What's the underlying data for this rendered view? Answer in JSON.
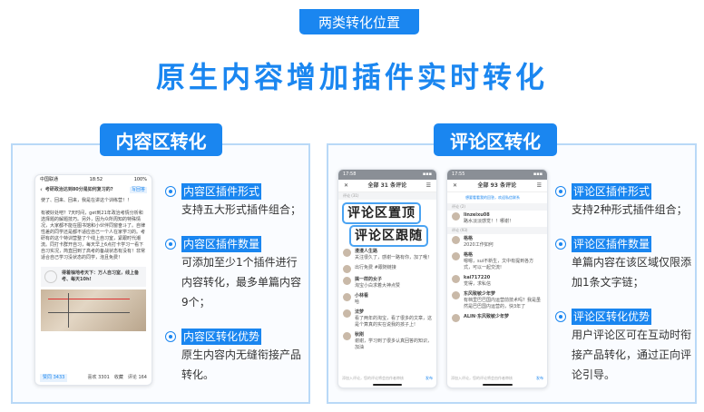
{
  "tag": "两类转化位置",
  "title": "原生内容增加插件实时转化",
  "accent": "#1a86f0",
  "left": {
    "badge": "内容区转化",
    "phone": {
      "status_carrier": "中国联通",
      "status_time": "18:52",
      "status_battery": "100%",
      "question": "考研政治达到80分是如何复习的?",
      "follow": "写回答",
      "body": "使了、回来、回来，我是在讲这个训练营！！\n\n有被好处吧？7天时间，get到21年政治考情分析和选择题的解题技巧。另外，因为众所周知的特殊情况，大家都不能在图书馆和小伙伴同窗奋斗了。自律性差的同学还是都不适应自己一个人在家学习的。考研有的这个特训营整了个线上自习室，紧跟时代潮流。同打卡群开自习，每天早上6点打卡学习一看下自习实况，简直回到了高考的备战状态有没有！非常适合自己学习没状态的同学，泡且免费！",
      "plugin_text": "得着柚地考天下：万人自习室，线上备考、每天10h!",
      "vote": "赞同 3433",
      "actions": [
        "喜欢 3301",
        "收藏",
        "评论 164"
      ]
    },
    "features": [
      {
        "title": "内容区插件形式",
        "body": "支持五大形式插件组合；"
      },
      {
        "title": "内容区插件数量",
        "body": "可添加至少1个插件进行内容转化，最多单篇内容9个；"
      },
      {
        "title": "内容区转化优势",
        "body": "原生内容内无缝衔接产品转化。"
      }
    ]
  },
  "right": {
    "badge": "评论区转化",
    "bubble_top": "评论区置顶",
    "bubble_follow": "评论区跟随",
    "phone1": {
      "time": "17:58",
      "header": "全部 31 条评论",
      "section": "评论 (31)",
      "comments": [
        {
          "name": "漫漫人生路",
          "text": "关注很久了，感谢一路有你，加了哦！"
        },
        {
          "name": "",
          "text": "出行免费 #跟随链接"
        },
        {
          "name": "搞一样的女子",
          "text": "淘宝小白求着大神点赞"
        },
        {
          "name": "小林看",
          "text": "哈"
        },
        {
          "name": "法梦",
          "text": "看了两年的淘宝，看了很多的文章，这是个算真的实在说我的孩子上!"
        },
        {
          "name": "秋刚",
          "text": "谢谢，学习到了很多认真回答的知识，加油"
        }
      ],
      "input": "添加入评论，您的评论将会由作者审核",
      "send": "发布"
    },
    "phone2": {
      "time": "17:55",
      "header": "全部 93 条评论",
      "pinned_link": "想要看看我的回答，欢迎私信联系",
      "section1": "评论 (2)",
      "section2": "评论 (93)",
      "comments": [
        {
          "name": "linzeixu08",
          "text": "路水淡淡感觉！！哪谢！"
        },
        {
          "name": "格格",
          "text": "2020工作如何"
        },
        {
          "name": "格格",
          "text": "嗯嗯，sui不新生，文中有提到各方式，可以一起交流!"
        },
        {
          "name": "kai717220",
          "text": "觉得，求私信"
        },
        {
          "name": "东风致敏少年梦",
          "text": "有档里巴巴国内运营前技术吗？我是虽然是巴巴国内运营的，快3年了"
        },
        {
          "name": "ALIN·东风致敏少年梦",
          "text": ""
        }
      ],
      "input": "添加入评论，您的评论将会由作者审核",
      "send": "发布"
    },
    "features": [
      {
        "title": "评论区插件形式",
        "body": "支持2种形式插件组合；"
      },
      {
        "title": "评论区插件数量",
        "body": "单篇内容在该区域仅限添加1条文字链；"
      },
      {
        "title": "评论区转化优势",
        "body": "用户评论区可在互动时衔接产品转化，通过正向评论引导。"
      }
    ]
  }
}
